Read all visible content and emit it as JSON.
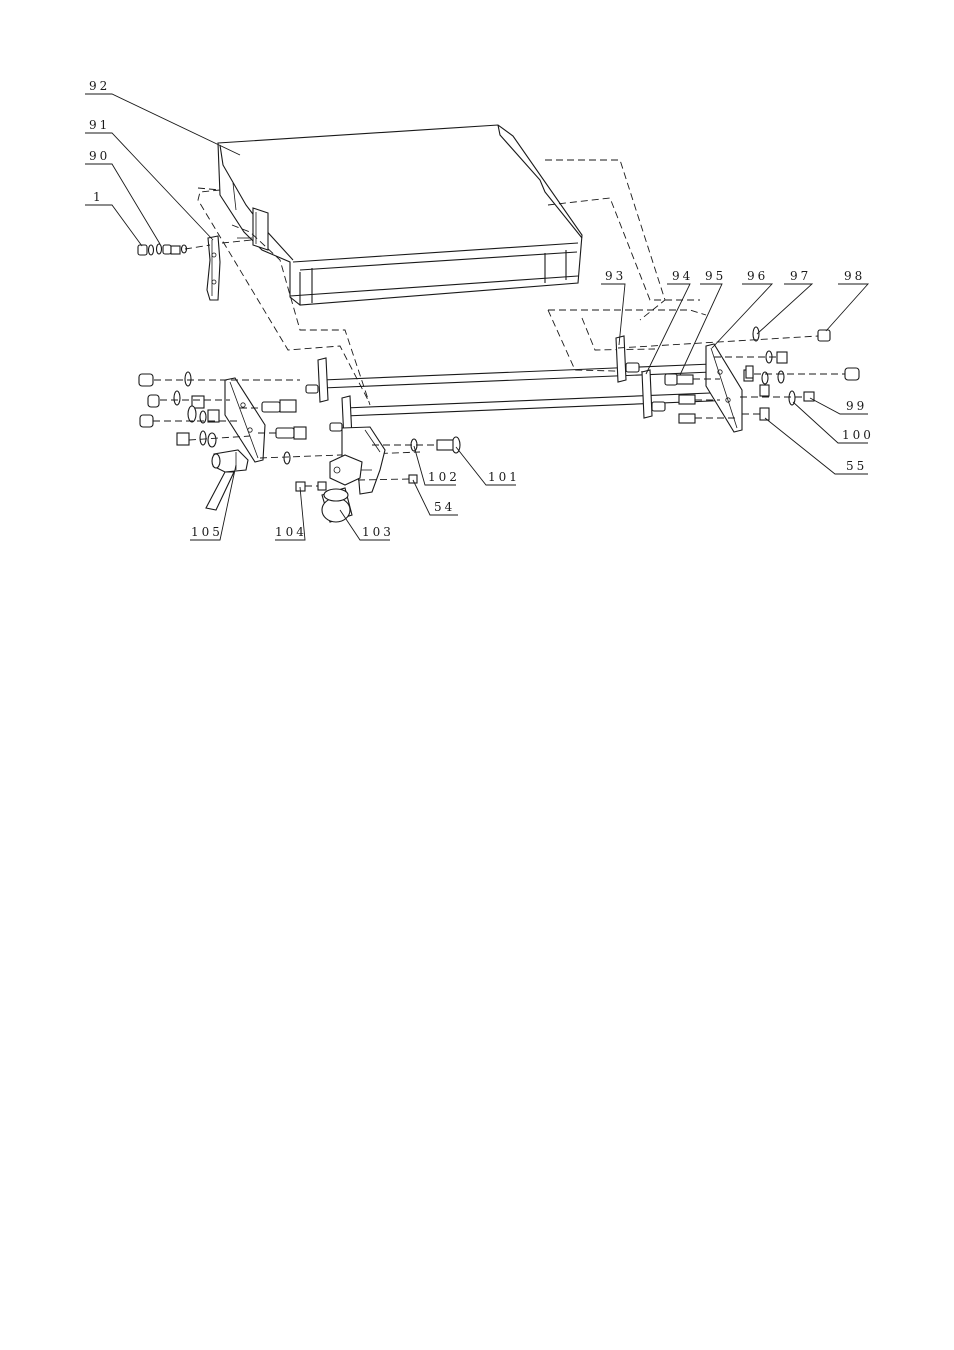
{
  "diagram": {
    "type": "exploded-parts-view",
    "line_color": "#1a1a1a",
    "background": "#ffffff",
    "callouts": [
      {
        "id": "92",
        "label": "92"
      },
      {
        "id": "91",
        "label": "91"
      },
      {
        "id": "90",
        "label": "90"
      },
      {
        "id": "1",
        "label": "1"
      },
      {
        "id": "93",
        "label": "93"
      },
      {
        "id": "94",
        "label": "94"
      },
      {
        "id": "95",
        "label": "95"
      },
      {
        "id": "96",
        "label": "96"
      },
      {
        "id": "97",
        "label": "97"
      },
      {
        "id": "98",
        "label": "98"
      },
      {
        "id": "99",
        "label": "99"
      },
      {
        "id": "100",
        "label": "100"
      },
      {
        "id": "55",
        "label": "55"
      },
      {
        "id": "101",
        "label": "101"
      },
      {
        "id": "102",
        "label": "102"
      },
      {
        "id": "54",
        "label": "54"
      },
      {
        "id": "103",
        "label": "103"
      },
      {
        "id": "104",
        "label": "104"
      },
      {
        "id": "105",
        "label": "105"
      }
    ]
  }
}
